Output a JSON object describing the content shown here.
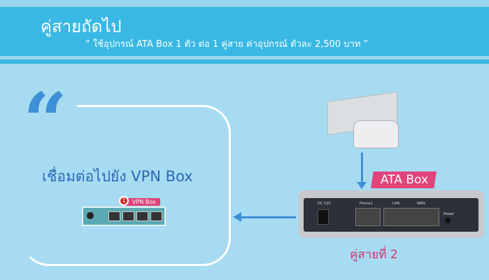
{
  "header": {
    "title": "คู่สายถัดไป",
    "subtitle": "“ ใช้อุปกรณ์ ATA Box 1 ตัว ต่อ  1 คู่สาย ค่าอุปกรณ์ ตัวละ 2,500 บาท ”"
  },
  "left": {
    "quote": "“",
    "text": "เชื่อมต่อไปยัง VPN  Box",
    "vpn_badge_number": "1",
    "vpn_badge_label": "VPN Box"
  },
  "right": {
    "ata_label": "ATA Box",
    "port_labels": [
      "DC 12V",
      "Phone1",
      "LAN",
      "WAN",
      "Power"
    ],
    "line_label": "คู่สายที่ 2"
  },
  "colors": {
    "header": "#39b8e4",
    "accent_pink": "#e0457a",
    "arrow": "#3d8fd6"
  }
}
